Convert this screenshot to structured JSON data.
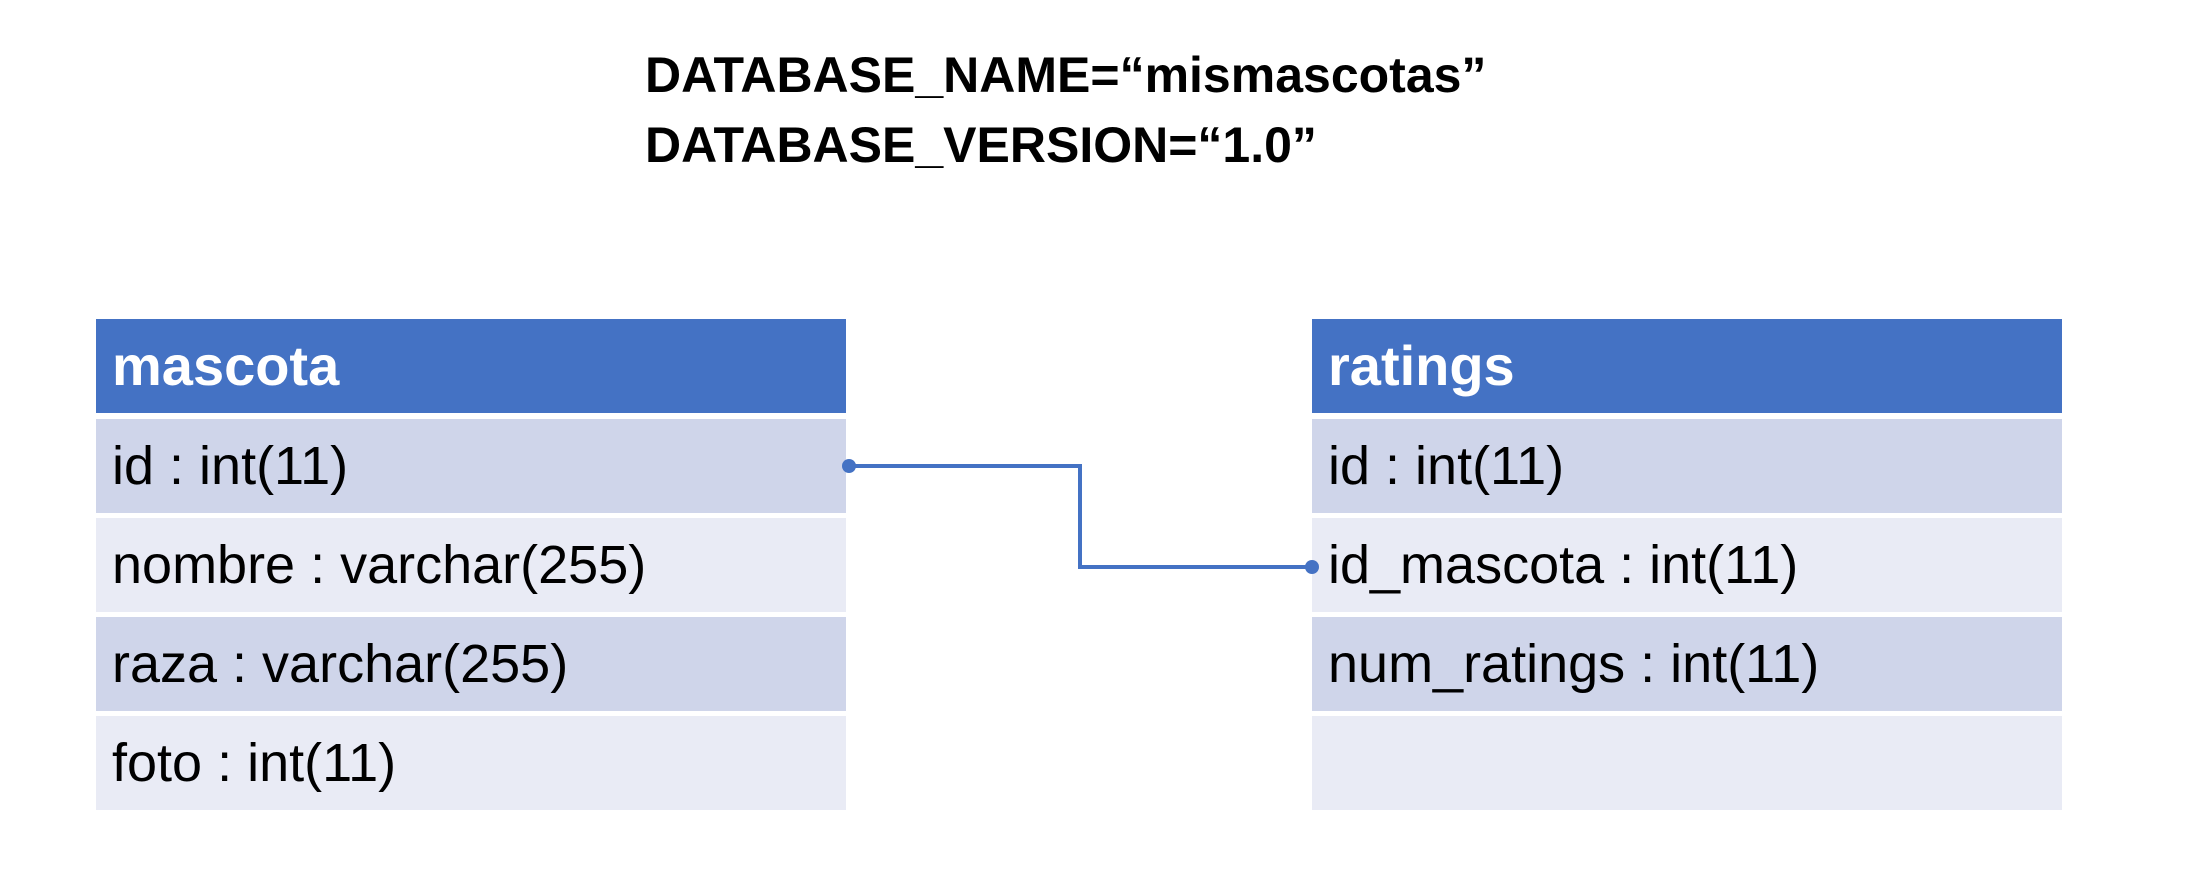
{
  "database": {
    "name_line": "DATABASE_NAME=“mismascotas”",
    "version_line": "DATABASE_VERSION=“1.0”"
  },
  "tables": {
    "mascota": {
      "title": "mascota",
      "rows": [
        "id : int(11)",
        "nombre : varchar(255)",
        "raza : varchar(255)",
        "foto : int(11)"
      ]
    },
    "ratings": {
      "title": "ratings",
      "rows": [
        "id : int(11)",
        "id_mascota : int(11)",
        "num_ratings : int(11)",
        ""
      ]
    }
  },
  "relationship": {
    "from": "mascota.id",
    "to": "ratings.id_mascota"
  },
  "colors": {
    "header": "#4472c4",
    "row_dark": "#cfd5ea",
    "row_light": "#e9ebf5",
    "connector": "#4472c4"
  }
}
